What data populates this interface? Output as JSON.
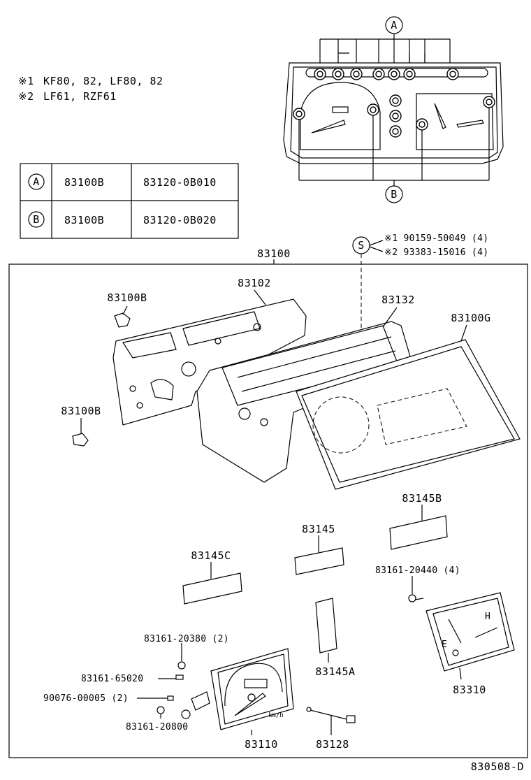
{
  "notes": [
    {
      "mark": "※1",
      "text": "KF80, 82, LF80, 82"
    },
    {
      "mark": "※2",
      "text": "LF61, RZF61"
    }
  ],
  "legend_table": [
    {
      "key": "A",
      "code": "83100B",
      "part": "83120-0B010"
    },
    {
      "key": "B",
      "code": "83100B",
      "part": "83120-0B020"
    }
  ],
  "cluster_view": {
    "callout_top": "A",
    "callout_bottom": "B"
  },
  "screw": {
    "symbol": "S",
    "line1": "※1 90159-50049 (4)",
    "line2": "※2 93383-15016 (4)"
  },
  "assembly_label": "83100",
  "parts": {
    "p83102": "83102",
    "p83100B_top": "83100B",
    "p83100B_left": "83100B",
    "p83132": "83132",
    "p83100G": "83100G",
    "p83145B": "83145B",
    "p83145": "83145",
    "p83145C": "83145C",
    "p83161_20440": "83161-20440 (4)",
    "p83161_20380": "83161-20380 (2)",
    "p83161_65020": "83161-65020",
    "p90076": "90076-00005 (2)",
    "p83161_20800": "83161-20800",
    "p83145A": "83145A",
    "p83310": "83310",
    "p83110": "83110",
    "p83128": "83128"
  },
  "gauge_unit": "km/h",
  "diagram_code": "830508-D"
}
